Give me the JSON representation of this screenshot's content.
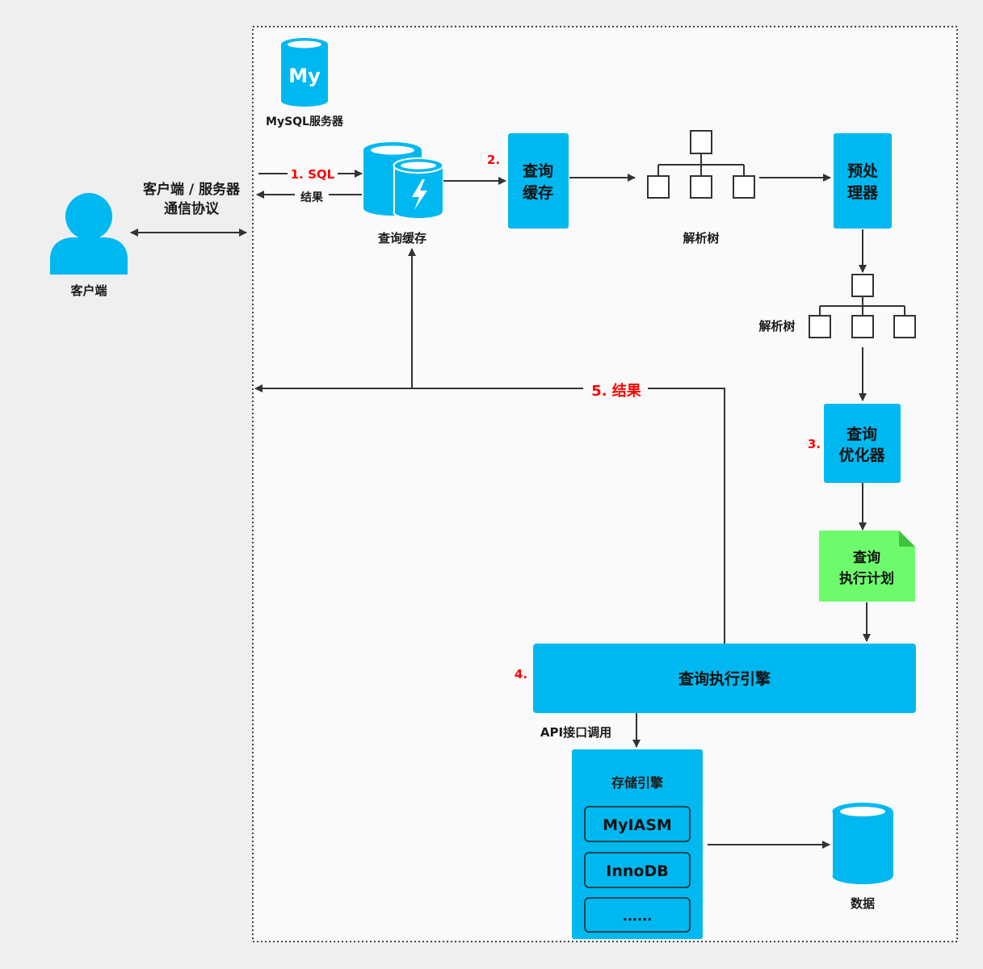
{
  "colors": {
    "background": "#efefef",
    "panel": "#fafafa",
    "blue": "#00b8f0",
    "green": "#6dfb6d",
    "red": "#ff0000",
    "line": "#333333",
    "text": "#1a1a1a"
  },
  "client": {
    "icon": "user-icon",
    "label": "客户端",
    "protocol_line1": "客户端 / 服务器",
    "protocol_line2": "通信协议"
  },
  "server": {
    "logo_text": "My",
    "logo_icon": "mysql-database-icon",
    "label": "MySQL服务器"
  },
  "flow": {
    "sql_label": "1. SQL",
    "result_label": "结果",
    "cache_icon_label": "查询缓存",
    "step2": "2.",
    "query_cache_box_line1": "查询",
    "query_cache_box_line2": "缓存",
    "parse_tree_label_1": "解析树",
    "preprocessor_line1": "预处",
    "preprocessor_line2": "理器",
    "parse_tree_label_2": "解析树",
    "step3": "3.",
    "optimizer_line1": "查询",
    "optimizer_line2": "优化器",
    "plan_line1": "查询",
    "plan_line2": "执行计划",
    "step4": "4.",
    "engine_label": "查询执行引擎",
    "step5_result": "5. 结果",
    "api_label": "API接口调用",
    "storage_title": "存储引擎",
    "storage_items": [
      "MyIASM",
      "InnoDB",
      "......"
    ],
    "data_label": "数据"
  }
}
